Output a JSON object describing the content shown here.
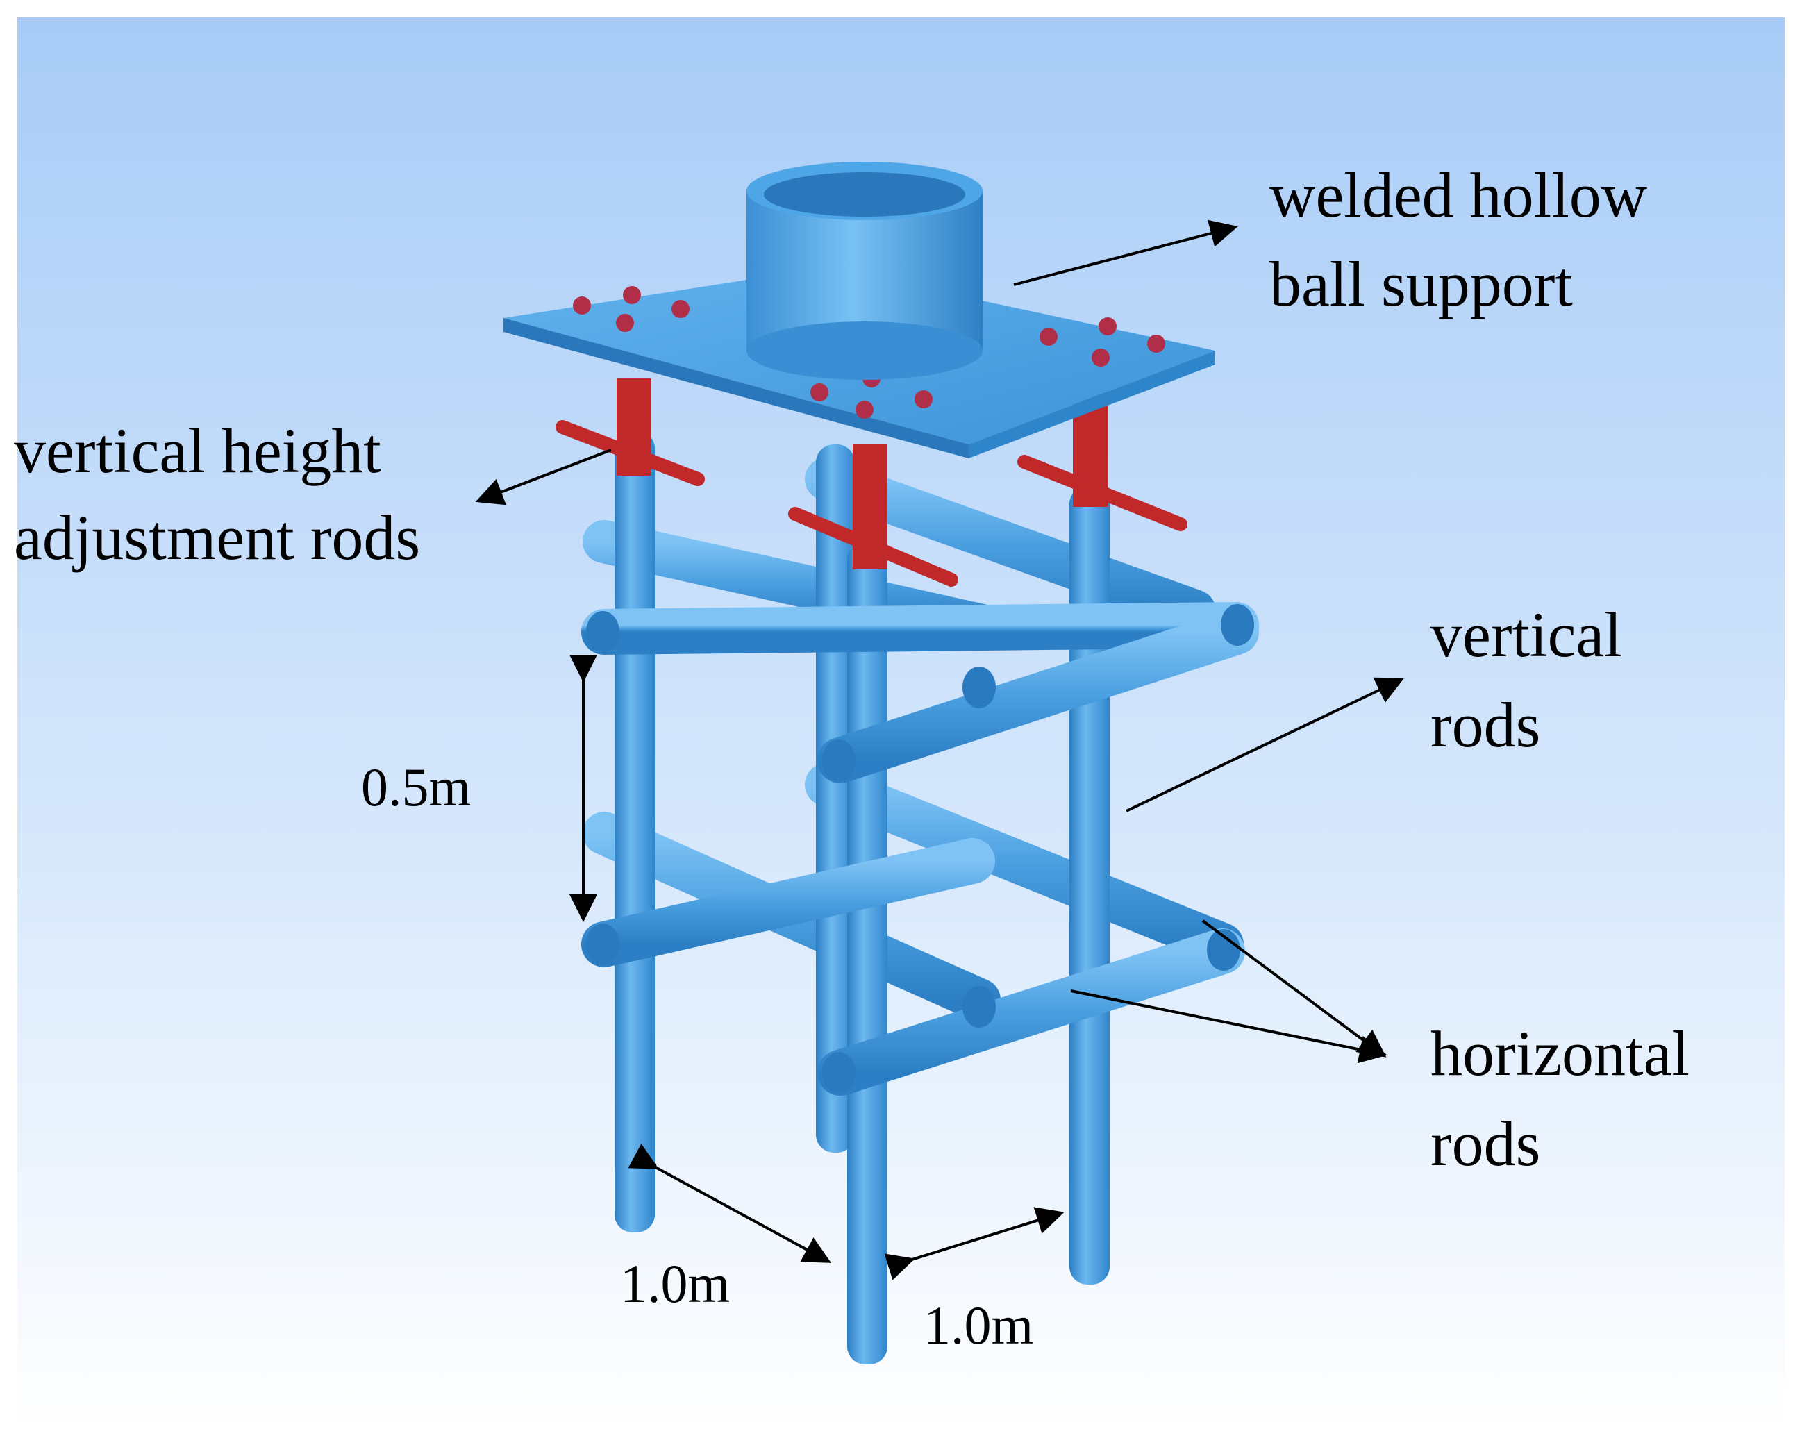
{
  "labels": {
    "welded_line1": "welded hollow",
    "welded_line2": "ball support",
    "adjust_line1": "vertical height",
    "adjust_line2": "adjustment rods",
    "vertical_line1": "vertical",
    "vertical_line2": "rods",
    "horizontal_line1": "horizontal",
    "horizontal_line2": "rods"
  },
  "dimensions": {
    "vertical_spacing": "0.5m",
    "depth_spacing": "1.0m",
    "width_spacing": "1.0m"
  },
  "colors": {
    "background_top": "#a8ccf7",
    "background_bottom": "#ffffff",
    "steel_blue": "#4a9fe0",
    "steel_dark": "#2c7fc4",
    "steel_light": "#7fc3f5",
    "adjuster_red": "#c0282a",
    "bolt": "#b02e48"
  }
}
